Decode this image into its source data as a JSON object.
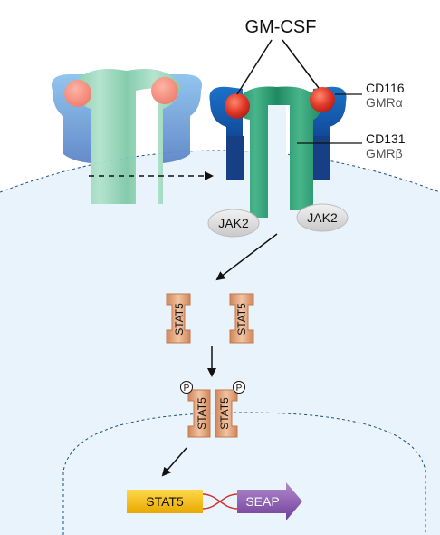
{
  "ligand": {
    "label": "GM-CSF"
  },
  "receptor": {
    "alpha": {
      "name": "CD116",
      "sub": "GMRα"
    },
    "beta": {
      "name": "CD131",
      "sub": "GMRβ"
    }
  },
  "kinase": {
    "left": "JAK2",
    "right": "JAK2"
  },
  "stat": {
    "mono_left": "STAT5",
    "mono_right": "STAT5",
    "dimer_left": "STAT5",
    "dimer_right": "STAT5",
    "phospho": "P"
  },
  "reporter": {
    "promoter": "STAT5",
    "gene": "SEAP"
  },
  "colors": {
    "cytoplasm": "#e8f3fb",
    "nucleus": "#eaf4fc",
    "membrane_dash": "#1f4f7a",
    "receptor_green_light": "#8ed5b8",
    "receptor_green": "#2e9c74",
    "receptor_blue": "#1a5fb4",
    "receptor_blue_light": "#86b8e6",
    "ligand_red": "#e23a2a",
    "stat5": "#e5a57d",
    "promoter_yellow": "#f5c400",
    "seap_purple": "#8e5fb0",
    "dna_red": "#d32f2f"
  }
}
